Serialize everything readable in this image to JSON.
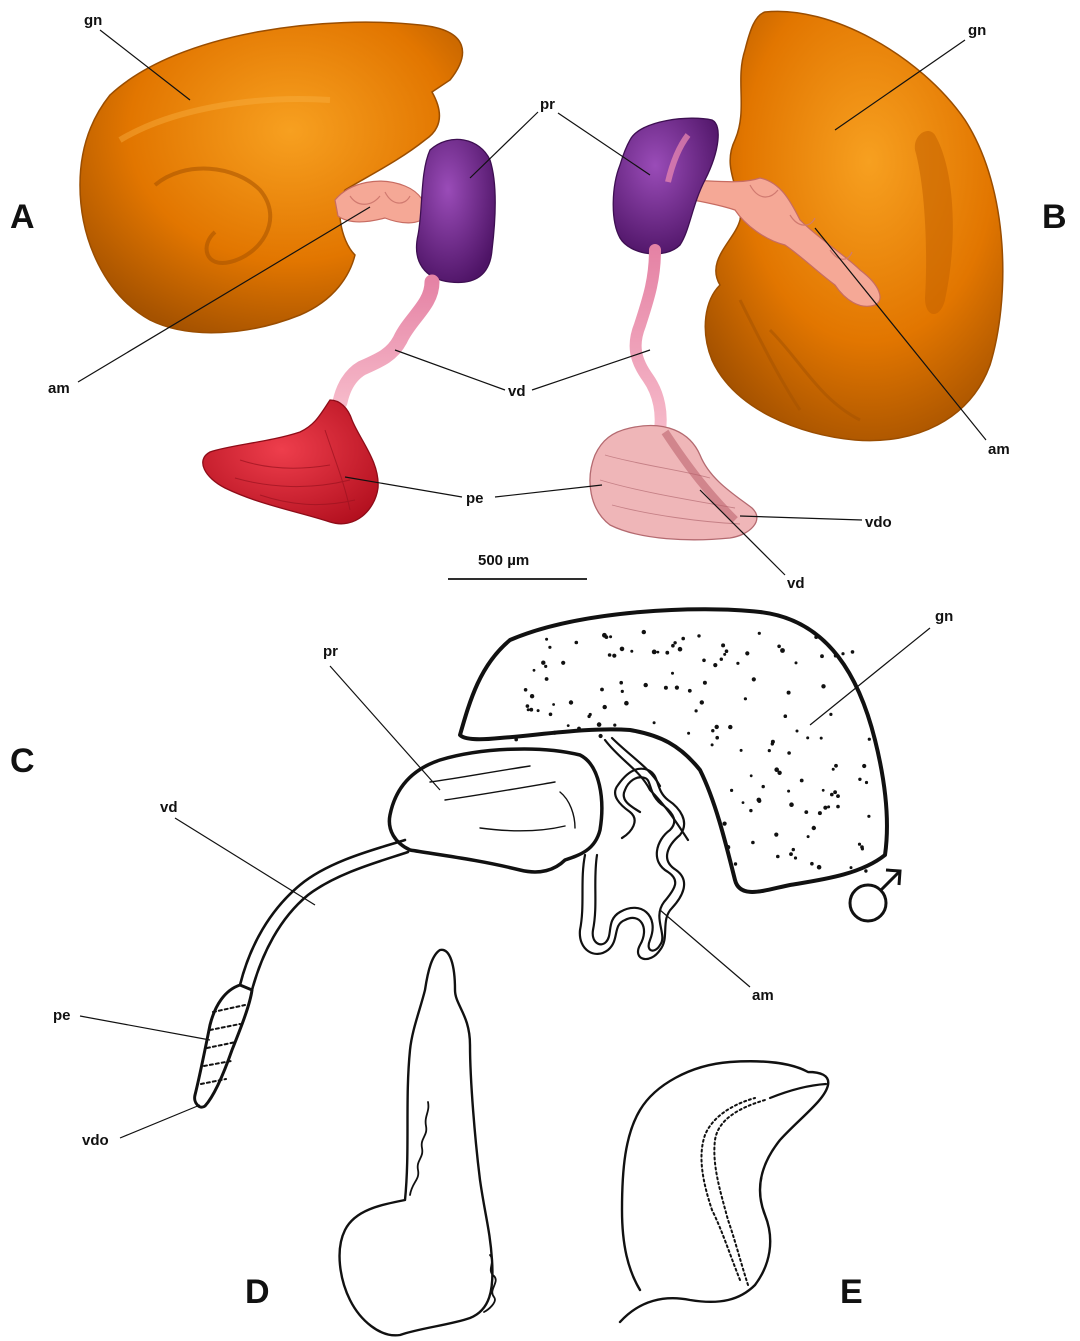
{
  "panels": {
    "a": "A",
    "b": "B",
    "c": "C",
    "d": "D",
    "e": "E"
  },
  "panel_a": {
    "gn": "gn",
    "pr": "pr",
    "am": "am",
    "vd": "vd",
    "pe": "pe"
  },
  "panel_b": {
    "gn": "gn",
    "am": "am",
    "vdo": "vdo",
    "vd": "vd"
  },
  "scale_bar": {
    "label": "500 µm"
  },
  "panel_c": {
    "gn": "gn",
    "pr": "pr",
    "vd": "vd",
    "am": "am",
    "pe": "pe",
    "vdo": "vdo",
    "sex_symbol": "male-symbol"
  },
  "colors": {
    "gonad": "#e67a07",
    "gonad_dark": "#b85a00",
    "prostate": "#6a1f86",
    "vas_deferens": "#f29ab5",
    "ampulla": "#f5a896",
    "penis_a": "#dc2334",
    "penis_b": "#efb6b8"
  }
}
